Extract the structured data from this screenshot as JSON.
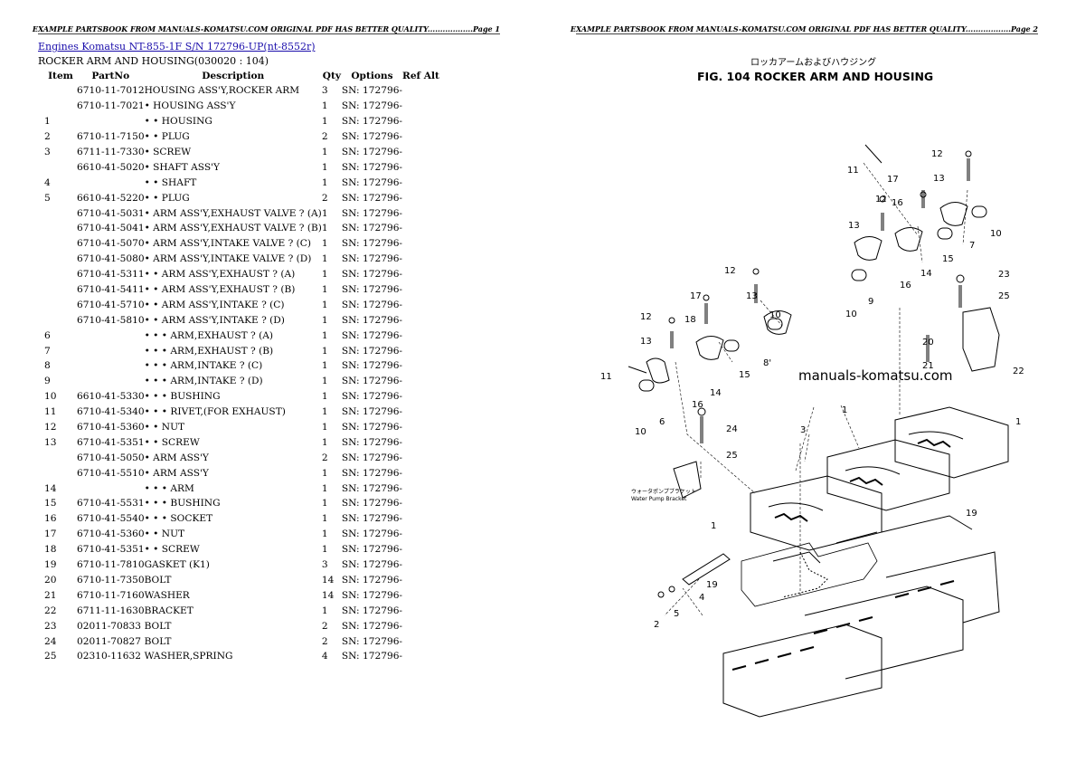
{
  "page1": {
    "banner": "EXAMPLE PARTSBOOK FROM MANUALS-KOMATSU.COM ORIGINAL PDF HAS BETTER QUALITY..................Page 1",
    "breadcrumb_link": "Engines Komatsu NT-855-1F S/N 172796-UP(nt-8552r)",
    "subtitle": "ROCKER ARM AND HOUSING(030020 : 104)",
    "columns": [
      "Item",
      "PartNo",
      "Description",
      "Qty",
      "Options",
      "Ref Alt"
    ],
    "rows": [
      {
        "item": "",
        "part": "6710-11-7012",
        "desc": "HOUSING ASS'Y,ROCKER ARM",
        "qty": "3",
        "opt": "SN: 172796-"
      },
      {
        "item": "",
        "part": "6710-11-7021",
        "desc": "• HOUSING ASS'Y",
        "qty": "1",
        "opt": "SN: 172796-"
      },
      {
        "item": "1",
        "part": "",
        "desc": "• • HOUSING",
        "qty": "1",
        "opt": "SN: 172796-"
      },
      {
        "item": "2",
        "part": "6710-11-7150",
        "desc": "• • PLUG",
        "qty": "2",
        "opt": "SN: 172796-"
      },
      {
        "item": "3",
        "part": "6711-11-7330",
        "desc": "• SCREW",
        "qty": "1",
        "opt": "SN: 172796-"
      },
      {
        "item": "",
        "part": "6610-41-5020",
        "desc": "• SHAFT ASS'Y",
        "qty": "1",
        "opt": "SN: 172796-"
      },
      {
        "item": "4",
        "part": "",
        "desc": "• • SHAFT",
        "qty": "1",
        "opt": "SN: 172796-"
      },
      {
        "item": "5",
        "part": "6610-41-5220",
        "desc": "• • PLUG",
        "qty": "2",
        "opt": "SN: 172796-"
      },
      {
        "item": "",
        "part": "6710-41-5031",
        "desc": "• ARM ASS'Y,EXHAUST VALVE ? (A)",
        "qty": "1",
        "opt": "SN: 172796-"
      },
      {
        "item": "",
        "part": "6710-41-5041",
        "desc": "• ARM ASS'Y,EXHAUST VALVE ? (B)",
        "qty": "1",
        "opt": "SN: 172796-"
      },
      {
        "item": "",
        "part": "6710-41-5070",
        "desc": "• ARM ASS'Y,INTAKE VALVE ? (C)",
        "qty": "1",
        "opt": "SN: 172796-"
      },
      {
        "item": "",
        "part": "6710-41-5080",
        "desc": "• ARM ASS'Y,INTAKE VALVE ? (D)",
        "qty": "1",
        "opt": "SN: 172796-"
      },
      {
        "item": "",
        "part": "6710-41-5311",
        "desc": "• • ARM ASS'Y,EXHAUST ? (A)",
        "qty": "1",
        "opt": "SN: 172796-"
      },
      {
        "item": "",
        "part": "6710-41-5411",
        "desc": "• • ARM ASS'Y,EXHAUST ? (B)",
        "qty": "1",
        "opt": "SN: 172796-"
      },
      {
        "item": "",
        "part": "6710-41-5710",
        "desc": "• • ARM ASS'Y,INTAKE ? (C)",
        "qty": "1",
        "opt": "SN: 172796-"
      },
      {
        "item": "",
        "part": "6710-41-5810",
        "desc": "• • ARM ASS'Y,INTAKE ? (D)",
        "qty": "1",
        "opt": "SN: 172796-"
      },
      {
        "item": "6",
        "part": "",
        "desc": "• • • ARM,EXHAUST ? (A)",
        "qty": "1",
        "opt": "SN: 172796-"
      },
      {
        "item": "7",
        "part": "",
        "desc": "• • • ARM,EXHAUST ? (B)",
        "qty": "1",
        "opt": "SN: 172796-"
      },
      {
        "item": "8",
        "part": "",
        "desc": "• • • ARM,INTAKE ? (C)",
        "qty": "1",
        "opt": "SN: 172796-"
      },
      {
        "item": "9",
        "part": "",
        "desc": "• • • ARM,INTAKE ? (D)",
        "qty": "1",
        "opt": "SN: 172796-"
      },
      {
        "item": "10",
        "part": "6610-41-5330",
        "desc": "• • • BUSHING",
        "qty": "1",
        "opt": "SN: 172796-"
      },
      {
        "item": "11",
        "part": "6710-41-5340",
        "desc": "• • • RIVET,(FOR EXHAUST)",
        "qty": "1",
        "opt": "SN: 172796-"
      },
      {
        "item": "12",
        "part": "6710-41-5360",
        "desc": "• • NUT",
        "qty": "1",
        "opt": "SN: 172796-"
      },
      {
        "item": "13",
        "part": "6710-41-5351",
        "desc": "• • SCREW",
        "qty": "1",
        "opt": "SN: 172796-"
      },
      {
        "item": "",
        "part": "6710-41-5050",
        "desc": "• ARM ASS'Y",
        "qty": "2",
        "opt": "SN: 172796-"
      },
      {
        "item": "",
        "part": "6710-41-5510",
        "desc": "• ARM ASS'Y",
        "qty": "1",
        "opt": "SN: 172796-"
      },
      {
        "item": "14",
        "part": "",
        "desc": "• • • ARM",
        "qty": "1",
        "opt": "SN: 172796-"
      },
      {
        "item": "15",
        "part": "6710-41-5531",
        "desc": "• • • BUSHING",
        "qty": "1",
        "opt": "SN: 172796-"
      },
      {
        "item": "16",
        "part": "6710-41-5540",
        "desc": "• • • SOCKET",
        "qty": "1",
        "opt": "SN: 172796-"
      },
      {
        "item": "17",
        "part": "6710-41-5360",
        "desc": "• • NUT",
        "qty": "1",
        "opt": "SN: 172796-"
      },
      {
        "item": "18",
        "part": "6710-41-5351",
        "desc": "• • SCREW",
        "qty": "1",
        "opt": "SN: 172796-"
      },
      {
        "item": "19",
        "part": "6710-11-7810",
        "desc": "GASKET (K1)",
        "qty": "3",
        "opt": "SN: 172796-"
      },
      {
        "item": "20",
        "part": "6710-11-7350",
        "desc": "BOLT",
        "qty": "14",
        "opt": "SN: 172796-"
      },
      {
        "item": "21",
        "part": "6710-11-7160",
        "desc": "WASHER",
        "qty": "14",
        "opt": "SN: 172796-"
      },
      {
        "item": "22",
        "part": "6711-11-1630",
        "desc": "BRACKET",
        "qty": "1",
        "opt": "SN: 172796-"
      },
      {
        "item": "23",
        "part": "02011-70833",
        "desc": "BOLT",
        "qty": "2",
        "opt": "SN: 172796-"
      },
      {
        "item": "24",
        "part": "02011-70827",
        "desc": "BOLT",
        "qty": "2",
        "opt": "SN: 172796-"
      },
      {
        "item": "25",
        "part": "02310-11632",
        "desc": "WASHER,SPRING",
        "qty": "4",
        "opt": "SN: 172796-"
      }
    ]
  },
  "page2": {
    "banner": "EXAMPLE PARTSBOOK FROM MANUALS-KOMATSU.COM ORIGINAL PDF HAS BETTER QUALITY..................Page 2",
    "fig_title_jp": "ロッカアームおよびハウジング",
    "fig_title": "FIG. 104  ROCKER ARM AND HOUSING",
    "watermark": "manuals-komatsu.com",
    "bracket_note_jp": "ウォータポンプブラケット",
    "bracket_note": "Water Pump Bracket"
  }
}
